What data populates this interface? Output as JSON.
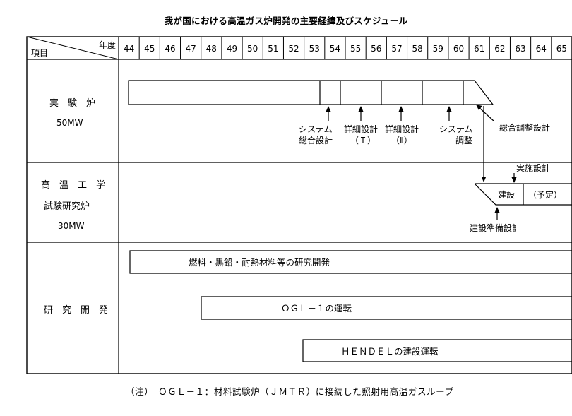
{
  "title": "我が国における高温ガス炉開発の主要経緯及びスケジュール",
  "header": {
    "year_label": "年度",
    "item_label": "項目",
    "years": [
      "44",
      "45",
      "46",
      "47",
      "48",
      "49",
      "50",
      "51",
      "52",
      "53",
      "54",
      "55",
      "56",
      "57",
      "58",
      "59",
      "60",
      "61",
      "62",
      "63",
      "64",
      "65"
    ]
  },
  "rows": {
    "experimental_reactor": {
      "name": "実　験　炉",
      "power": "50MW"
    },
    "htt_reactor": {
      "name_line1": "高　温　工　学",
      "name_line2": "試験研究炉",
      "power": "30MW"
    },
    "rnd": {
      "name": "研　究　開　発"
    }
  },
  "reactor_phases": {
    "system_integration_1": "システム",
    "system_integration_2": "総合設計",
    "detail_design_1_a": "詳細設計",
    "detail_design_1_b": "（Ｉ）",
    "detail_design_2_a": "詳細設計",
    "detail_design_2_b": "（Ⅱ）",
    "system_adjust_1": "システム",
    "system_adjust_2": "調整",
    "overall_adjust": "総合調整設計"
  },
  "htt_phases": {
    "implementation_design": "実施設計",
    "construction": "建設",
    "planned": "（予定）",
    "construction_prep": "建設準備設計"
  },
  "rnd_bars": {
    "fuel": "燃料・黒鉛・耐熱材料等の研究開発",
    "ogl": "ＯＧＬ－１の運転",
    "hendel": "ＨＥＮＤＥＬの建設運転"
  },
  "note": "（注）　ＯＧＬ－１：材料試験炉（ＪＭＴＲ）に接続した照射用高温ガスループ"
}
